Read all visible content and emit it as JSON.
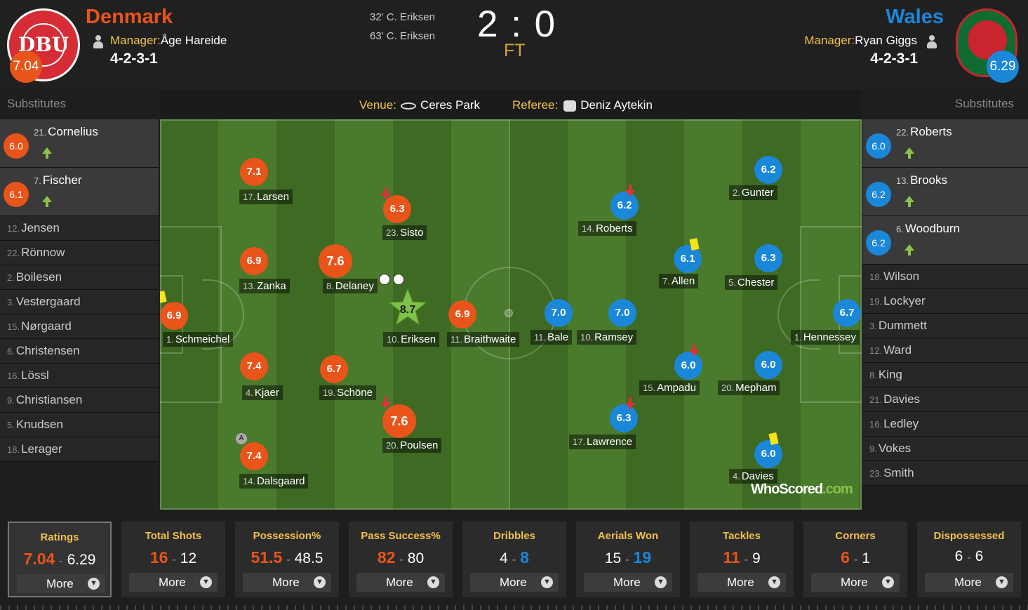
{
  "home": {
    "name": "Denmark",
    "crest_text": "DBU",
    "rating": "7.04",
    "manager_label": "Manager:",
    "manager": "Åge Hareide",
    "formation": "4-2-3-1",
    "color": "#e8541a"
  },
  "away": {
    "name": "Wales",
    "rating": "6.29",
    "manager_label": "Manager:",
    "manager": "Ryan Giggs",
    "formation": "4-2-3-1",
    "color": "#1a87d9"
  },
  "goals": [
    {
      "minute": "32'",
      "scorer": "C. Eriksen"
    },
    {
      "minute": "63'",
      "scorer": "C. Eriksen"
    }
  ],
  "score": "2 : 0",
  "status": "FT",
  "venue_label": "Venue:",
  "venue": "Ceres Park",
  "referee_label": "Referee:",
  "referee": "Deniz Aytekin",
  "subs_title": "Substitutes",
  "home_subs": [
    {
      "num": "21.",
      "name": "Cornelius",
      "rating": "6.0",
      "used": true
    },
    {
      "num": "7.",
      "name": "Fischer",
      "rating": "6.1",
      "used": true
    },
    {
      "num": "12.",
      "name": "Jensen"
    },
    {
      "num": "22.",
      "name": "Rönnow"
    },
    {
      "num": "2.",
      "name": "Boilesen"
    },
    {
      "num": "3.",
      "name": "Vestergaard"
    },
    {
      "num": "15.",
      "name": "Nørgaard"
    },
    {
      "num": "6.",
      "name": "Christensen"
    },
    {
      "num": "16.",
      "name": "Lössl"
    },
    {
      "num": "9.",
      "name": "Christiansen"
    },
    {
      "num": "5.",
      "name": "Knudsen"
    },
    {
      "num": "18.",
      "name": "Lerager"
    }
  ],
  "away_subs": [
    {
      "num": "22.",
      "name": "Roberts",
      "rating": "6.0",
      "used": true
    },
    {
      "num": "13.",
      "name": "Brooks",
      "rating": "6.2",
      "used": true
    },
    {
      "num": "6.",
      "name": "Woodburn",
      "rating": "6.2",
      "used": true
    },
    {
      "num": "18.",
      "name": "Wilson"
    },
    {
      "num": "19.",
      "name": "Lockyer"
    },
    {
      "num": "3.",
      "name": "Dummett"
    },
    {
      "num": "12.",
      "name": "Ward"
    },
    {
      "num": "8.",
      "name": "King"
    },
    {
      "num": "21.",
      "name": "Davies"
    },
    {
      "num": "16.",
      "name": "Ledley"
    },
    {
      "num": "9.",
      "name": "Vokes"
    },
    {
      "num": "23.",
      "name": "Smith"
    }
  ],
  "home_players": [
    {
      "num": "1.",
      "name": "Schmeichel",
      "rating": "6.9",
      "yellow": true
    },
    {
      "num": "17.",
      "name": "Larsen",
      "rating": "7.1"
    },
    {
      "num": "13.",
      "name": "Zanka",
      "rating": "6.9"
    },
    {
      "num": "4.",
      "name": "Kjaer",
      "rating": "7.4"
    },
    {
      "num": "14.",
      "name": "Dalsgaard",
      "rating": "7.4",
      "captain": true
    },
    {
      "num": "8.",
      "name": "Delaney",
      "rating": "7.6"
    },
    {
      "num": "19.",
      "name": "Schöne",
      "rating": "6.7"
    },
    {
      "num": "23.",
      "name": "Sisto",
      "rating": "6.3",
      "subbed_off": true
    },
    {
      "num": "10.",
      "name": "Eriksen",
      "rating": "8.7",
      "motm": true,
      "goals": 2
    },
    {
      "num": "20.",
      "name": "Poulsen",
      "rating": "7.6",
      "subbed_off": true
    },
    {
      "num": "11.",
      "name": "Braithwaite",
      "rating": "6.9"
    }
  ],
  "away_players": [
    {
      "num": "1.",
      "name": "Hennessey",
      "rating": "6.7"
    },
    {
      "num": "2.",
      "name": "Gunter",
      "rating": "6.2"
    },
    {
      "num": "5.",
      "name": "Chester",
      "rating": "6.3"
    },
    {
      "num": "20.",
      "name": "Mepham",
      "rating": "6.0"
    },
    {
      "num": "4.",
      "name": "Davies",
      "rating": "6.0",
      "yellow": true
    },
    {
      "num": "7.",
      "name": "Allen",
      "rating": "6.1",
      "yellow": true
    },
    {
      "num": "15.",
      "name": "Ampadu",
      "rating": "6.0",
      "subbed_off": true
    },
    {
      "num": "14.",
      "name": "Roberts",
      "rating": "6.2",
      "subbed_off": true
    },
    {
      "num": "10.",
      "name": "Ramsey",
      "rating": "7.0"
    },
    {
      "num": "17.",
      "name": "Lawrence",
      "rating": "6.3",
      "subbed_off": true
    },
    {
      "num": "11.",
      "name": "Bale",
      "rating": "7.0"
    }
  ],
  "logo": {
    "text_a": "WhoScored",
    "text_b": ".com"
  },
  "stats": [
    {
      "title": "Ratings",
      "home": "7.04",
      "away": "6.29",
      "leader": "home",
      "selected": true
    },
    {
      "title": "Total Shots",
      "home": "16",
      "away": "12",
      "leader": "home"
    },
    {
      "title": "Possession%",
      "home": "51.5",
      "away": "48.5",
      "leader": "home"
    },
    {
      "title": "Pass Success%",
      "home": "82",
      "away": "80",
      "leader": "home"
    },
    {
      "title": "Dribbles",
      "home": "4",
      "away": "8",
      "leader": "away"
    },
    {
      "title": "Aerials Won",
      "home": "15",
      "away": "19",
      "leader": "away"
    },
    {
      "title": "Tackles",
      "home": "11",
      "away": "9",
      "leader": "home"
    },
    {
      "title": "Corners",
      "home": "6",
      "away": "1",
      "leader": "home"
    },
    {
      "title": "Dispossessed",
      "home": "6",
      "away": "6",
      "leader": "none"
    }
  ],
  "more_label": "More",
  "icons": {
    "manager": "person-icon",
    "venue": "stadium-icon",
    "referee": "whistle-icon",
    "sub_on": "arrow-up-icon",
    "sub_off": "arrow-down-icon",
    "more": "chevron-down-circle-icon"
  }
}
